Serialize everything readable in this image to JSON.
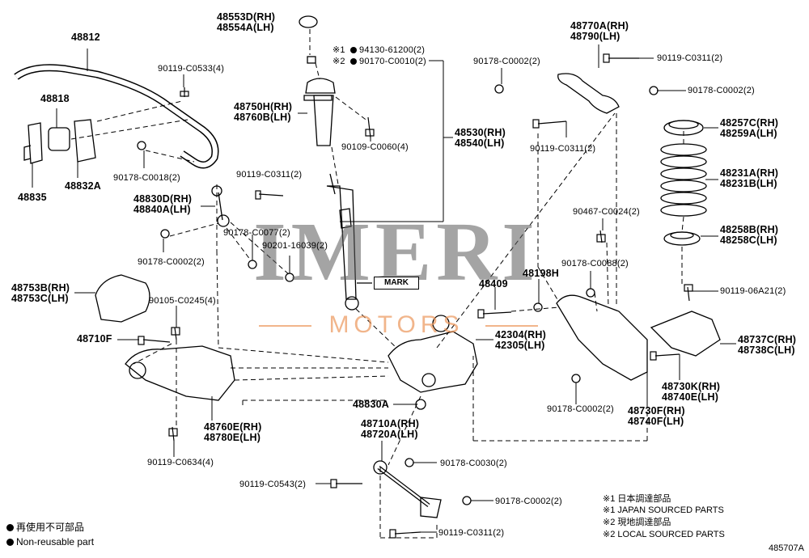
{
  "labels": {
    "p48553D": "48553D(RH)\n48554A(LH)",
    "p48812": "48812",
    "p90119C0533": "90119-C0533(4)",
    "p48818": "48818",
    "p48835": "48835",
    "p48832A": "48832A",
    "p90178C0018": "90178-C0018(2)",
    "p48830D": "48830D(RH)\n48840A(LH)",
    "p90119C0311a": "90119-C0311(2)",
    "p90178C0077": "90178-C0077(2)",
    "p90201": "90201-16039(2)",
    "p90178C0002a": "90178-C0002(2)",
    "p94130": "94130-61200(2)",
    "p90170": "90170-C0010(2)",
    "p48750H": "48750H(RH)\n48760B(LH)",
    "p90109": "90109-C0060(4)",
    "p48530": "48530(RH)\n48540(LH)",
    "p48770A": "48770A(RH)\n48790(LH)",
    "p90178C0002b": "90178-C0002(2)",
    "p90119C0311b": "90119-C0311(2)",
    "p90178C0002c": "90178-C0002(2)",
    "p90119C0311c": "90119-C0311(2)",
    "p48257C": "48257C(RH)\n48259A(LH)",
    "p48231A": "48231A(RH)\n48231B(LH)",
    "p90467": "90467-C0024(2)",
    "p48258B": "48258B(RH)\n48258C(LH)",
    "p90178C0088": "90178-C0088(2)",
    "p48409": "48409",
    "p48198H": "48198H",
    "p90119_06A21": "90119-06A21(2)",
    "p48753B": "48753B(RH)\n48753C(LH)",
    "p90105": "90105-C0245(4)",
    "p48710F": "48710F",
    "p42304": "42304(RH)\n42305(LH)",
    "p48737C": "48737C(RH)\n48738C(LH)",
    "p48730K": "48730K(RH)\n48740E(LH)",
    "p48830A": "48830A",
    "p90178C0002d": "90178-C0002(2)",
    "p48730F": "48730F(RH)\n48740F(LH)",
    "p48760E": "48760E(RH)\n48780E(LH)",
    "p48710A": "48710A(RH)\n48720A(LH)",
    "p90119C0634": "90119-C0634(4)",
    "p90178C0030": "90178-C0030(2)",
    "p90119C0543": "90119-C0543(2)",
    "p90178C0002e": "90178-C0002(2)",
    "p90119C0311d": "90119-C0311(2)"
  },
  "markers": {
    "m1": "※1",
    "m2": "※2"
  },
  "mark_label": "MARK",
  "watermark": {
    "main": "IMERI",
    "sub": "MOTORS"
  },
  "legend": {
    "line1": "再使用不可部品",
    "line2": "Non-reusable part"
  },
  "notes": {
    "n1": "※1 日本調達部品",
    "n2": "※1 JAPAN SOURCED PARTS",
    "n3": "※2 現地調達部品",
    "n4": "※2 LOCAL SOURCED PARTS"
  },
  "ref": "485707A"
}
